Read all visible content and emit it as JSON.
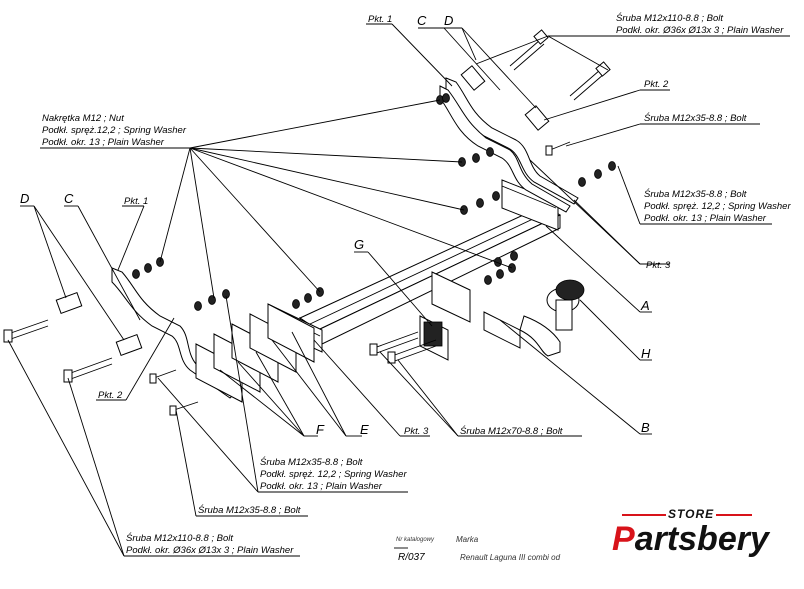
{
  "callouts": {
    "pkt1_top": "Pkt. 1",
    "c_top": "C",
    "d_top": "D",
    "bolt110_top_1": "Śruba M12x110-8.8 ;  Bolt",
    "bolt110_top_2": "Podkł. okr.  Ø36x Ø13x 3 ; Plain Washer",
    "pkt2_top": "Pkt. 2",
    "bolt35_right": "Śruba M12x35-8.8 ;  Bolt",
    "nut_1": "Nakrętka  M12 ; Nut",
    "nut_2": "Podkł. spręż.12,2 ; Spring Washer",
    "nut_3": "Podkł. okr. 13 ; Plain Washer",
    "right_group_1": "Śruba M12x35-8.8 ;  Bolt",
    "right_group_2": "Podkł. spręż. 12,2 ; Spring Washer",
    "right_group_3": "Podkł. okr. 13 ; Plain Washer",
    "d_left": "D",
    "c_left": "C",
    "pkt1_left": "Pkt. 1",
    "g": "G",
    "pkt3_right": "Pkt. 3",
    "a": "A",
    "h": "H",
    "pkt2_left": "Pkt. 2",
    "f": "F",
    "e": "E",
    "pkt3_mid": "Pkt. 3",
    "bolt70": "Śruba M12x70-8.8 ;  Bolt",
    "b": "B",
    "mid_group_1": "Śruba M12x35-8.8 ;  Bolt",
    "mid_group_2": "Podkł. spręż. 12,2 ; Spring Washer",
    "mid_group_3": "Podkł. okr. 13 ; Plain Washer",
    "bolt35_bottom": "Śruba M12x35-8.8 ;  Bolt",
    "bolt110_bottom_1": "Śruba M12x110-8.8 ;  Bolt",
    "bolt110_bottom_2": "Podkł. okr.  Ø36x Ø13x 3 ; Plain Washer"
  },
  "footer": {
    "catalog_label": "Nr katalogowy",
    "catalog_value": "R/037",
    "brand_label": "Marka",
    "brand_value": "Renault Laguna III combi  od"
  },
  "logo": {
    "store": "STORE",
    "name_first": "P",
    "name_rest": "artsbery",
    "accent_color": "#d8131a"
  }
}
